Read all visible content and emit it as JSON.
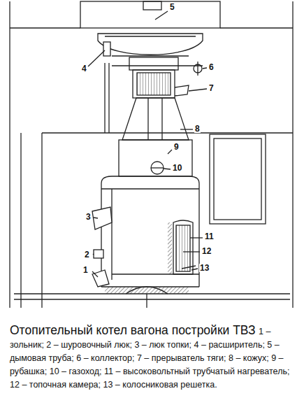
{
  "diagram": {
    "title": "Отопительный котел вагона постройки ТВЗ",
    "caption": "1 – зольник; 2 – шуровочный люк; 3 – люк топки; 4 – расширитель; 5 – дымовая труба; 6 – коллектор; 7 – прерыватель тяги; 8 – кожух; 9 – рубашка; 10 – газоход; 11 – высоковольтный трубчатый нагреватель; 12 – топочная камера; 13 – колосниковая решетка.",
    "labels": [
      "1",
      "2",
      "3",
      "4",
      "5",
      "6",
      "7",
      "8",
      "9",
      "10",
      "11",
      "12",
      "13"
    ]
  }
}
